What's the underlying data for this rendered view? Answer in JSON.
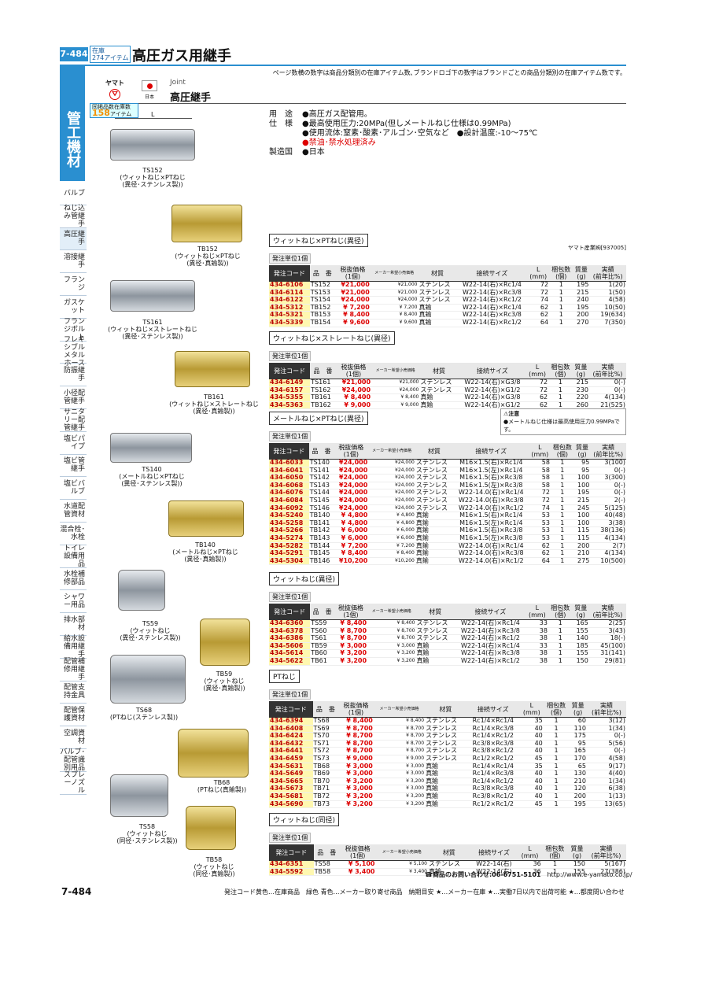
{
  "header": {
    "page_num": "7-484",
    "stock_label": "在庫",
    "stock_count": "274アイテム",
    "title": "高圧ガス用継手",
    "note": "ページ数横の数字は商品分類別の在庫アイテム数､ブランドロゴ下の数字はブランドごとの商品分類別の在庫アイテム数です。"
  },
  "side": {
    "category": "管工機材",
    "nav": [
      "バルブ",
      "ねじ込み管継手",
      "高圧継手",
      "溶接継手",
      "フランジ",
      "ガスケット",
      "フランジボルト",
      "フレキシブルメタルホース",
      "防振継手",
      "小径配管継手",
      "サニタリー配管継手",
      "塩ビパイプ",
      "塩ビ管継手",
      "塩ビバルブ",
      "水道配管資材",
      "混合栓･水栓",
      "トイレ設備用品",
      "水栓補修部品",
      "シャワー用品",
      "排水部材",
      "給水設備用継手",
      "配管補修用継手",
      "配管支持金具",
      "配管保護資材",
      "空調資材",
      "バルブ･配管識別用品",
      "スプレーノズル"
    ],
    "active": 2,
    "page_num_bottom": "7-484"
  },
  "brand": {
    "name": "ヤマト",
    "flag_label": "日本",
    "joint_en": "Joint",
    "joint_ja": "高圧継手",
    "count_label": "同掲品数在庫数",
    "count": "158",
    "count_unit": "アイテム"
  },
  "spec": [
    {
      "label": "用　途",
      "text": "●高圧ガス配管用。",
      "red": false
    },
    {
      "label": "仕　様",
      "text": "●最高使用圧力:20MPa(但しメートルねじ仕様は0.99MPa)",
      "red": false
    },
    {
      "label": "",
      "text": "●使用流体:窒素･酸素･アルゴン･空気など　●設計温度:-10～75℃",
      "red": false
    },
    {
      "label": "",
      "text": "●禁油･禁水処理済み",
      "red": true
    },
    {
      "label": "製造国",
      "text": "●日本",
      "red": false
    }
  ],
  "captions": {
    "ts152": "TS152\n(ウィットねじ×PTねじ\n(異径･ステンレス製))",
    "tb152": "TB152\n(ウィットねじ×PTねじ\n(異径･真鍮製))",
    "ts161": "TS161\n(ウィットねじ×ストレートねじ\n(異径･ステンレス製))",
    "tb161": "TB161\n(ウィットねじ×ストレートねじ\n(異径･真鍮製))",
    "ts140": "TS140\n(メートルねじ×PTねじ\n(異径･ステンレス製))",
    "tb140": "TB140\n(メートルねじ×PTねじ\n(異径･真鍮製))",
    "ts59": "TS59\n(ウィットねじ\n(異径･ステンレス製))",
    "tb59": "TB59\n(ウィットねじ\n(異径･真鍮製))",
    "ts68": "TS68\n(PTねじ(ステンレス製))",
    "tb68": "TB68\n(PTねじ(真鍮製))",
    "ts58": "TS58\n(ウィットねじ\n(同径･ステンレス製))",
    "tb58": "TB58\n(ウィットねじ\n(同径･真鍮製))",
    "dim_l": "L"
  },
  "table_headers": [
    "発注コード",
    "品　番",
    "税抜価格\n(1個)",
    "メーカー希望小売価格",
    "材質",
    "接続サイズ",
    "L\n(mm)",
    "梱包数\n(個)",
    "質量\n(g)",
    "実績\n(前年比%)"
  ],
  "unit_label": "発注単位1個",
  "maker_label": "ヤマト産業㈱[937005]",
  "caution": {
    "title": "注意",
    "text": "●メートルねじ仕様は最高使用圧力0.99MPaです。"
  },
  "sections": [
    {
      "title": "ウィットねじ×PTねじ(異径)",
      "rows": [
        [
          "434-6106",
          "TS152",
          "¥21,000",
          "¥21,000",
          "ステンレス",
          "W22-14(右)×Rc1/4",
          "72",
          "1",
          "195",
          "1(20)"
        ],
        [
          "434-6114",
          "TS153",
          "¥21,000",
          "¥21,000",
          "ステンレス",
          "W22-14(右)×Rc3/8",
          "72",
          "1",
          "215",
          "1(50)"
        ],
        [
          "434-6122",
          "TS154",
          "¥24,000",
          "¥24,000",
          "ステンレス",
          "W22-14(右)×Rc1/2",
          "74",
          "1",
          "240",
          "4(58)"
        ],
        [
          "434-5312",
          "TB152",
          "¥ 7,200",
          "¥ 7,200",
          "真鍮",
          "W22-14(右)×Rc1/4",
          "62",
          "1",
          "195",
          "10(50)"
        ],
        [
          "434-5321",
          "TB153",
          "¥ 8,400",
          "¥ 8,400",
          "真鍮",
          "W22-14(右)×Rc3/8",
          "62",
          "1",
          "200",
          "19(634)"
        ],
        [
          "434-5339",
          "TB154",
          "¥ 9,600",
          "¥ 9,600",
          "真鍮",
          "W22-14(右)×Rc1/2",
          "64",
          "1",
          "270",
          "7(350)"
        ]
      ]
    },
    {
      "title": "ウィットねじ×ストレートねじ(異径)",
      "rows": [
        [
          "434-6149",
          "TS161",
          "¥21,000",
          "¥21,000",
          "ステンレス",
          "W22-14(右)×G3/8",
          "72",
          "1",
          "215",
          "0(-)"
        ],
        [
          "434-6157",
          "TS162",
          "¥24,000",
          "¥24,000",
          "ステンレス",
          "W22-14(右)×G1/2",
          "72",
          "1",
          "230",
          "0(-)"
        ],
        [
          "434-5355",
          "TB161",
          "¥ 8,400",
          "¥ 8,400",
          "真鍮",
          "W22-14(右)×G3/8",
          "62",
          "1",
          "220",
          "4(134)"
        ],
        [
          "434-5363",
          "TB162",
          "¥ 9,000",
          "¥ 9,000",
          "真鍮",
          "W22-14(右)×G1/2",
          "62",
          "1",
          "260",
          "21(525)"
        ]
      ]
    },
    {
      "title": "メートルねじ×PTねじ(異径)",
      "rows": [
        [
          "434-6033",
          "TS140",
          "¥24,000",
          "¥24,000",
          "ステンレス",
          "M16×1.5(右)×Rc1/4",
          "58",
          "1",
          "95",
          "3(100)"
        ],
        [
          "434-6041",
          "TS141",
          "¥24,000",
          "¥24,000",
          "ステンレス",
          "M16×1.5(左)×Rc1/4",
          "58",
          "1",
          "95",
          "0(-)"
        ],
        [
          "434-6050",
          "TS142",
          "¥24,000",
          "¥24,000",
          "ステンレス",
          "M16×1.5(右)×Rc3/8",
          "58",
          "1",
          "100",
          "3(300)"
        ],
        [
          "434-6068",
          "TS143",
          "¥24,000",
          "¥24,000",
          "ステンレス",
          "M16×1.5(左)×Rc3/8",
          "58",
          "1",
          "100",
          "0(-)"
        ],
        [
          "434-6076",
          "TS144",
          "¥24,000",
          "¥24,000",
          "ステンレス",
          "W22-14.0(右)×Rc1/4",
          "72",
          "1",
          "195",
          "0(-)"
        ],
        [
          "434-6084",
          "TS145",
          "¥24,000",
          "¥24,000",
          "ステンレス",
          "W22-14.0(右)×Rc3/8",
          "72",
          "1",
          "215",
          "2(-)"
        ],
        [
          "434-6092",
          "TS146",
          "¥24,000",
          "¥24,000",
          "ステンレス",
          "W22-14.0(右)×Rc1/2",
          "74",
          "1",
          "245",
          "5(125)"
        ],
        [
          "434-5240",
          "TB140",
          "¥ 4,800",
          "¥ 4,800",
          "真鍮",
          "M16×1.5(右)×Rc1/4",
          "53",
          "1",
          "100",
          "40(48)"
        ],
        [
          "434-5258",
          "TB141",
          "¥ 4,800",
          "¥ 4,800",
          "真鍮",
          "M16×1.5(左)×Rc1/4",
          "53",
          "1",
          "100",
          "3(38)"
        ],
        [
          "434-5266",
          "TB142",
          "¥ 6,000",
          "¥ 6,000",
          "真鍮",
          "M16×1.5(右)×Rc3/8",
          "53",
          "1",
          "115",
          "38(136)"
        ],
        [
          "434-5274",
          "TB143",
          "¥ 6,000",
          "¥ 6,000",
          "真鍮",
          "M16×1.5(左)×Rc3/8",
          "53",
          "1",
          "115",
          "4(134)"
        ],
        [
          "434-5282",
          "TB144",
          "¥ 7,200",
          "¥ 7,200",
          "真鍮",
          "W22-14.0(右)×Rc1/4",
          "62",
          "1",
          "200",
          "2(7)"
        ],
        [
          "434-5291",
          "TB145",
          "¥ 8,400",
          "¥ 8,400",
          "真鍮",
          "W22-14.0(右)×Rc3/8",
          "62",
          "1",
          "210",
          "4(134)"
        ],
        [
          "434-5304",
          "TB146",
          "¥10,200",
          "¥10,200",
          "真鍮",
          "W22-14.0(右)×Rc1/2",
          "64",
          "1",
          "275",
          "10(500)"
        ]
      ]
    },
    {
      "title": "ウィットねじ(異径)",
      "rows": [
        [
          "434-6360",
          "TS59",
          "¥ 8,400",
          "¥ 8,400",
          "ステンレス",
          "W22-14(右)×Rc1/4",
          "33",
          "1",
          "165",
          "2(25)"
        ],
        [
          "434-6378",
          "TS60",
          "¥ 8,700",
          "¥ 8,700",
          "ステンレス",
          "W22-14(右)×Rc3/8",
          "38",
          "1",
          "155",
          "3(43)"
        ],
        [
          "434-6386",
          "TS61",
          "¥ 8,700",
          "¥ 8,700",
          "ステンレス",
          "W22-14(右)×Rc1/2",
          "38",
          "1",
          "140",
          "18(-)"
        ],
        [
          "434-5606",
          "TB59",
          "¥ 3,000",
          "¥ 3,000",
          "真鍮",
          "W22-14(右)×Rc1/4",
          "33",
          "1",
          "185",
          "45(100)"
        ],
        [
          "434-5614",
          "TB60",
          "¥ 3,200",
          "¥ 3,200",
          "真鍮",
          "W22-14(右)×Rc3/8",
          "38",
          "1",
          "155",
          "31(141)"
        ],
        [
          "434-5622",
          "TB61",
          "¥ 3,200",
          "¥ 3,200",
          "真鍮",
          "W22-14(右)×Rc1/2",
          "38",
          "1",
          "150",
          "29(81)"
        ]
      ]
    },
    {
      "title": "PTねじ",
      "rows": [
        [
          "434-6394",
          "TS68",
          "¥ 8,400",
          "¥ 8,400",
          "ステンレス",
          "Rc1/4×Rc1/4",
          "35",
          "1",
          "60",
          "3(12)"
        ],
        [
          "434-6408",
          "TS69",
          "¥ 8,700",
          "¥ 8,700",
          "ステンレス",
          "Rc1/4×Rc3/8",
          "40",
          "1",
          "110",
          "1(34)"
        ],
        [
          "434-6424",
          "TS70",
          "¥ 8,700",
          "¥ 8,700",
          "ステンレス",
          "Rc1/4×Rc1/2",
          "40",
          "1",
          "175",
          "0(-)"
        ],
        [
          "434-6432",
          "TS71",
          "¥ 8,700",
          "¥ 8,700",
          "ステンレス",
          "Rc3/8×Rc3/8",
          "40",
          "1",
          "95",
          "5(56)"
        ],
        [
          "434-6441",
          "TS72",
          "¥ 8,700",
          "¥ 8,700",
          "ステンレス",
          "Rc3/8×Rc1/2",
          "40",
          "1",
          "165",
          "0(-)"
        ],
        [
          "434-6459",
          "TS73",
          "¥ 9,000",
          "¥ 9,000",
          "ステンレス",
          "Rc1/2×Rc1/2",
          "45",
          "1",
          "170",
          "4(58)"
        ],
        [
          "434-5631",
          "TB68",
          "¥ 3,000",
          "¥ 3,000",
          "真鍮",
          "Rc1/4×Rc1/4",
          "35",
          "1",
          "65",
          "9(17)"
        ],
        [
          "434-5649",
          "TB69",
          "¥ 3,000",
          "¥ 3,000",
          "真鍮",
          "Rc1/4×Rc3/8",
          "40",
          "1",
          "130",
          "4(40)"
        ],
        [
          "434-5665",
          "TB70",
          "¥ 3,200",
          "¥ 3,200",
          "真鍮",
          "Rc1/4×Rc1/2",
          "40",
          "1",
          "210",
          "1(34)"
        ],
        [
          "434-5673",
          "TB71",
          "¥ 3,000",
          "¥ 3,000",
          "真鍮",
          "Rc3/8×Rc3/8",
          "40",
          "1",
          "120",
          "6(38)"
        ],
        [
          "434-5681",
          "TB72",
          "¥ 3,200",
          "¥ 3,200",
          "真鍮",
          "Rc3/8×Rc1/2",
          "40",
          "1",
          "200",
          "1(13)"
        ],
        [
          "434-5690",
          "TB73",
          "¥ 3,200",
          "¥ 3,200",
          "真鍮",
          "Rc1/2×Rc1/2",
          "45",
          "1",
          "195",
          "13(65)"
        ]
      ]
    },
    {
      "title": "ウィットねじ(同径)",
      "rows": [
        [
          "434-6351",
          "TS58",
          "¥ 5,100",
          "¥ 5,100",
          "ステンレス",
          "W22-14(右)",
          "36",
          "1",
          "150",
          "5(167)"
        ],
        [
          "434-5592",
          "TB58",
          "¥ 3,400",
          "¥ 3,400",
          "真鍮",
          "W22-14(右)",
          "36",
          "1",
          "155",
          "27(386)"
        ]
      ]
    }
  ],
  "footer": {
    "contact": "☎商品のお問い合わせ:06-6751-5101",
    "url": "http://www.e-yamato.co.jp/",
    "legend": "発注コード黄色…在庫商品　緑色 青色…メーカー取り寄せ商品　納期目安 ★…メーカー在庫 ★…実働7日以内で出荷可能 ★…都度問い合わせ"
  }
}
